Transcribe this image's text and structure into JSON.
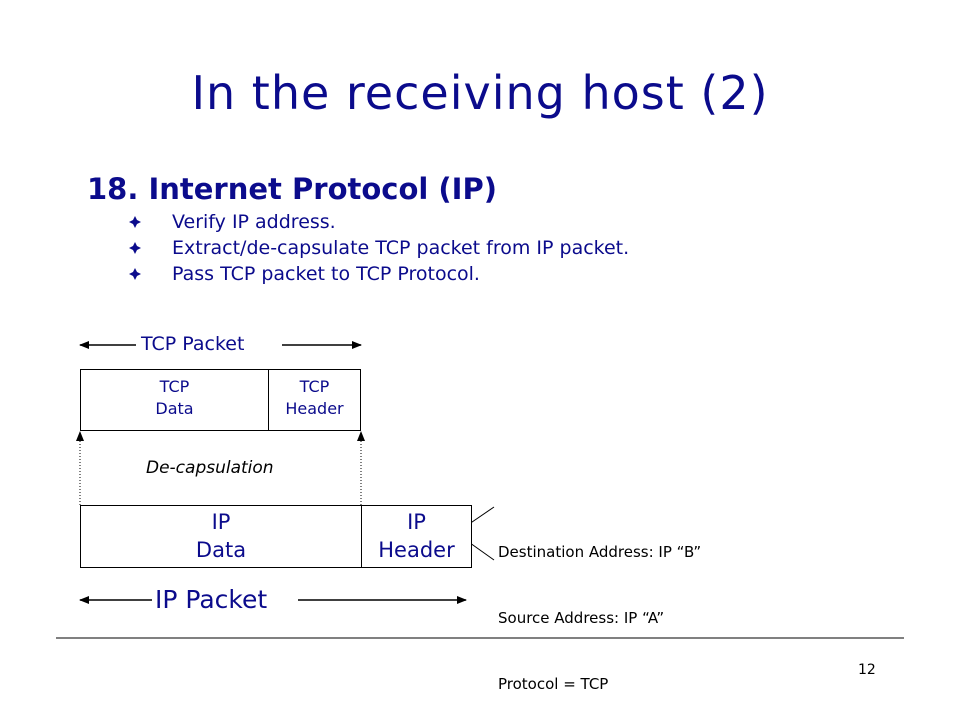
{
  "title": "In the receiving host (2)",
  "heading": "18. Internet Protocol (IP)",
  "bullets": [
    "Verify IP address.",
    "Extract/de-capsulate TCP packet from IP packet.",
    "Pass TCP packet to TCP Protocol."
  ],
  "diagram": {
    "tcp_packet_label": "TCP Packet",
    "tcp_data": [
      "TCP",
      "Data"
    ],
    "tcp_header": [
      "TCP",
      "Header"
    ],
    "decapsulation_label": "De-capsulation",
    "ip_data": [
      "IP",
      "Data"
    ],
    "ip_header": [
      "IP",
      "Header"
    ],
    "ip_packet_label": "IP Packet",
    "header_fields": [
      "Destination Address: IP “B”",
      "Source Address: IP “A”",
      "Protocol = TCP"
    ]
  },
  "page_number": "12",
  "colors": {
    "text_blue": "#0b0b8c",
    "line": "#000000"
  },
  "icons": {
    "bullet": "diamond-bullet-icon"
  }
}
